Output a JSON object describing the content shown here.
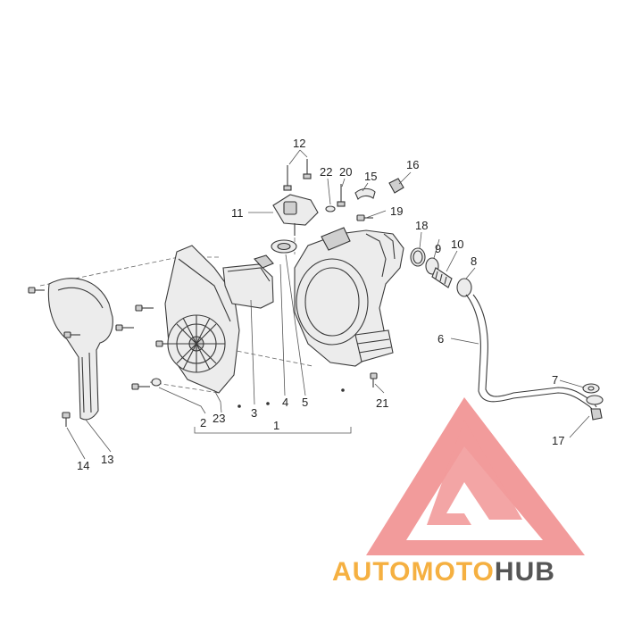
{
  "parts": [
    {
      "number": "1"
    },
    {
      "number": "2"
    },
    {
      "number": "3"
    },
    {
      "number": "4"
    },
    {
      "number": "5"
    },
    {
      "number": "6"
    },
    {
      "number": "7"
    },
    {
      "number": "8"
    },
    {
      "number": "9"
    },
    {
      "number": "10"
    },
    {
      "number": "11"
    },
    {
      "number": "12"
    },
    {
      "number": "13"
    },
    {
      "number": "14"
    },
    {
      "number": "15"
    },
    {
      "number": "16"
    },
    {
      "number": "17"
    },
    {
      "number": "18"
    },
    {
      "number": "19"
    },
    {
      "number": "20"
    },
    {
      "number": "21"
    },
    {
      "number": "22"
    },
    {
      "number": "23"
    }
  ],
  "watermark": {
    "text_part1": "AUTOMOTO",
    "text_part2": "HUB",
    "color_primary": "#f08a8a",
    "color_accent": "#f5b041",
    "color_dark": "#555555"
  }
}
